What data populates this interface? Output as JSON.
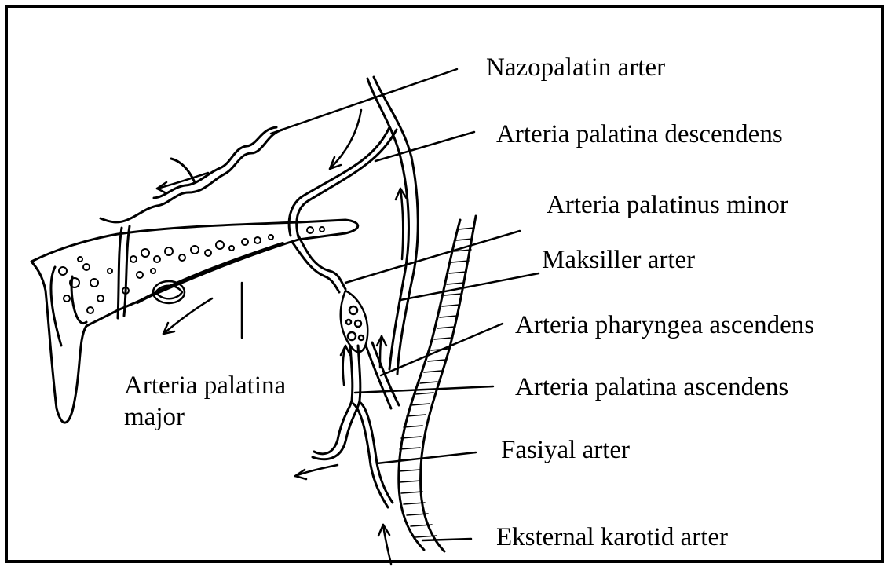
{
  "labels": {
    "nazopalatin": "Nazopalatin arter",
    "palatina_descendens": "Arteria palatina descendens",
    "palatinus_minor": "Arteria palatinus minor",
    "maksiller": "Maksiller arter",
    "pharyngea_ascendens": "Arteria pharyngea ascendens",
    "palatina_ascendens": "Arteria palatina ascendens",
    "fasiyal": "Fasiyal arter",
    "eksternal_karotid": "Eksternal karotid arter",
    "palatina_major_line1": "Arteria palatina",
    "palatina_major_line2": "major"
  },
  "colors": {
    "ink": "#000000",
    "background": "#ffffff",
    "frame": "#000000"
  }
}
